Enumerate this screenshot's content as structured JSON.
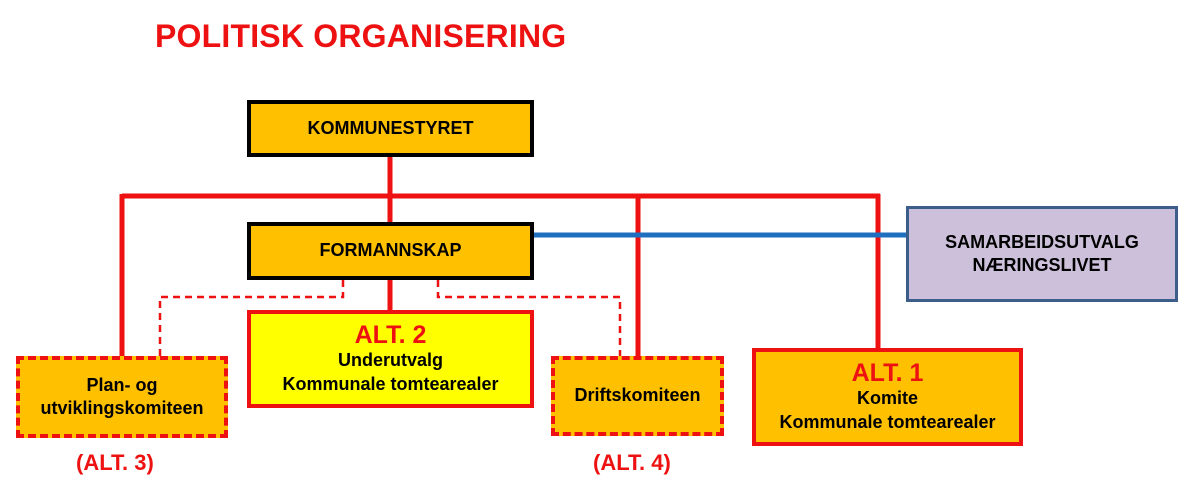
{
  "title": "POLITISK ORGANISERING",
  "nodes": {
    "kommunestyret": "KOMMUNESTYRET",
    "formannskap": "FORMANNSKAP",
    "samarbeid": [
      "SAMARBEIDSUTVALG",
      "NÆRINGSLIVET"
    ],
    "alt2": {
      "head": "ALT. 2",
      "lines": [
        "Underutvalg",
        "Kommunale tomtearealer"
      ]
    },
    "alt1": {
      "head": "ALT. 1",
      "lines": [
        "Komite",
        "Kommunale tomtearealer"
      ]
    },
    "plan": [
      "Plan- og",
      "utviklingskomiteen"
    ],
    "drift": "Driftskomiteen"
  },
  "labels": {
    "alt3": "(ALT. 3)",
    "alt4": "(ALT. 4)"
  },
  "colors": {
    "red": "#ee1111",
    "orange": "#ffc000",
    "yellow": "#ffff00",
    "purple": "#ccc0da",
    "blue": "#1f6fc0"
  }
}
